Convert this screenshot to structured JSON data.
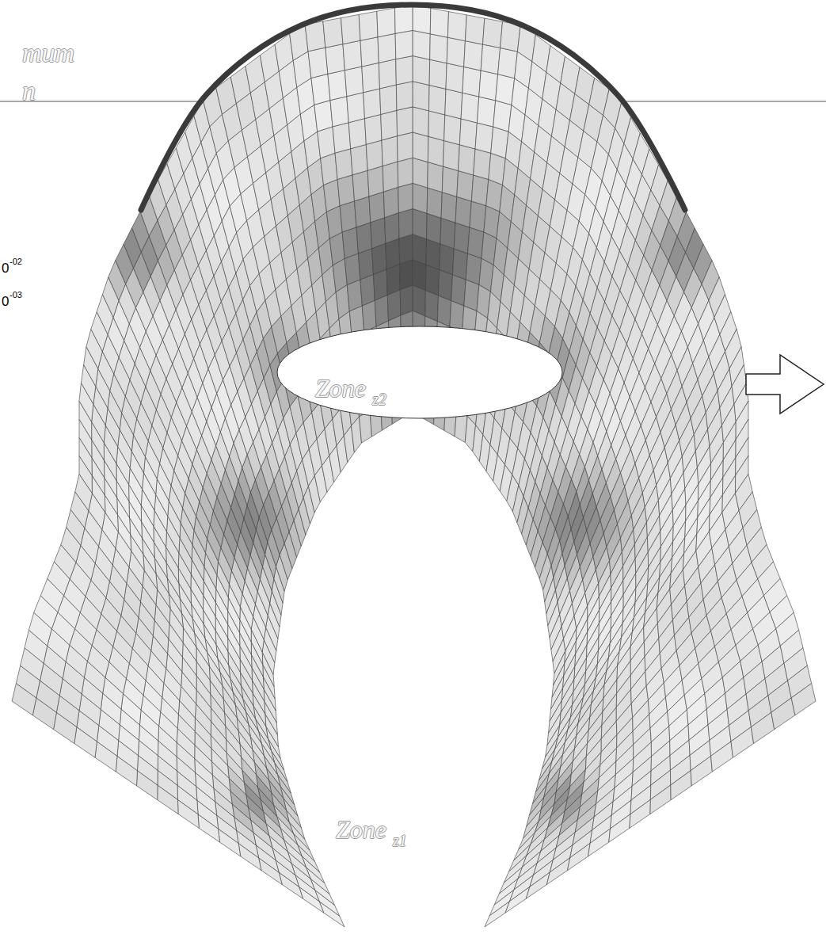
{
  "diagram": {
    "labels": [
      "mum",
      "n",
      "0",
      "-02",
      "0",
      "-03",
      "Zone",
      "z2",
      "Zone",
      "z1"
    ]
  }
}
